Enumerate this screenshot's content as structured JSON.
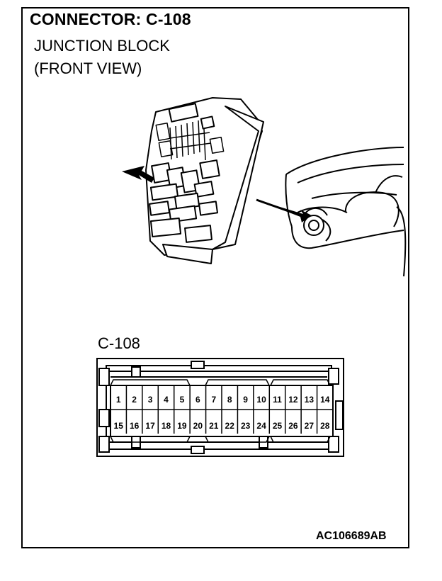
{
  "title": "CONNECTOR: C-108",
  "subtitle_line1": "JUNCTION BLOCK",
  "subtitle_line2": "(FRONT VIEW)",
  "connector_label": "C-108",
  "reference_code": "AC106689AB",
  "pins_top": [
    "1",
    "2",
    "3",
    "4",
    "5",
    "6",
    "7",
    "8",
    "9",
    "10",
    "11",
    "12",
    "13",
    "14"
  ],
  "pins_bottom": [
    "15",
    "16",
    "17",
    "18",
    "19",
    "20",
    "21",
    "22",
    "23",
    "24",
    "25",
    "26",
    "27",
    "28"
  ]
}
